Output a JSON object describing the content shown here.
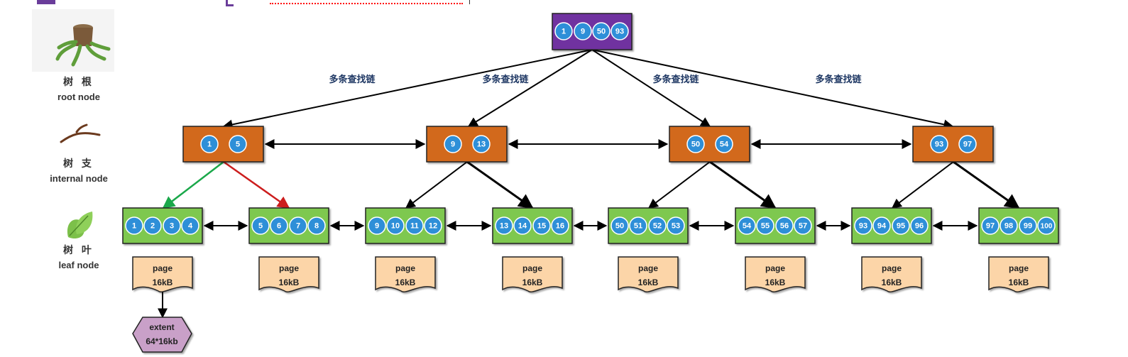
{
  "header_partial": {
    "accent_color": "#6a3d9a",
    "underline_color": "#ff0000"
  },
  "legend": {
    "root": {
      "cn": "树 根",
      "en": "root node",
      "icon": "tree-stump-icon"
    },
    "internal": {
      "cn": "树 支",
      "en": "internal node",
      "icon": "branch-icon"
    },
    "leaf": {
      "cn": "树 叶",
      "en": "leaf node",
      "icon": "leaf-icon"
    }
  },
  "edge_label": "多条查找链",
  "root": {
    "keys": [
      "1",
      "9",
      "50",
      "93"
    ]
  },
  "internal": [
    {
      "keys": [
        "1",
        "5"
      ]
    },
    {
      "keys": [
        "9",
        "13"
      ]
    },
    {
      "keys": [
        "50",
        "54"
      ]
    },
    {
      "keys": [
        "93",
        "97"
      ]
    }
  ],
  "leaves": [
    {
      "keys": [
        "1",
        "2",
        "3",
        "4"
      ]
    },
    {
      "keys": [
        "5",
        "6",
        "7",
        "8"
      ]
    },
    {
      "keys": [
        "9",
        "10",
        "11",
        "12"
      ]
    },
    {
      "keys": [
        "13",
        "14",
        "15",
        "16"
      ]
    },
    {
      "keys": [
        "50",
        "51",
        "52",
        "53"
      ]
    },
    {
      "keys": [
        "54",
        "55",
        "56",
        "57"
      ]
    },
    {
      "keys": [
        "93",
        "94",
        "95",
        "96"
      ]
    },
    {
      "keys": [
        "97",
        "98",
        "99",
        "100"
      ]
    }
  ],
  "page": {
    "line1": "page",
    "line2": "16kB"
  },
  "extent": {
    "line1": "extent",
    "line2": "64*16kb"
  },
  "colors": {
    "root_fill": "#7030a0",
    "internal_fill": "#d2691e",
    "leaf_fill": "#7ec850",
    "key_fill": "#2e8fd8",
    "page_fill": "#fcd5a8",
    "extent_fill": "#c9a0c8",
    "green_edge": "#1aa84a",
    "red_edge": "#cc1d1d",
    "label_color": "#1f3864"
  }
}
